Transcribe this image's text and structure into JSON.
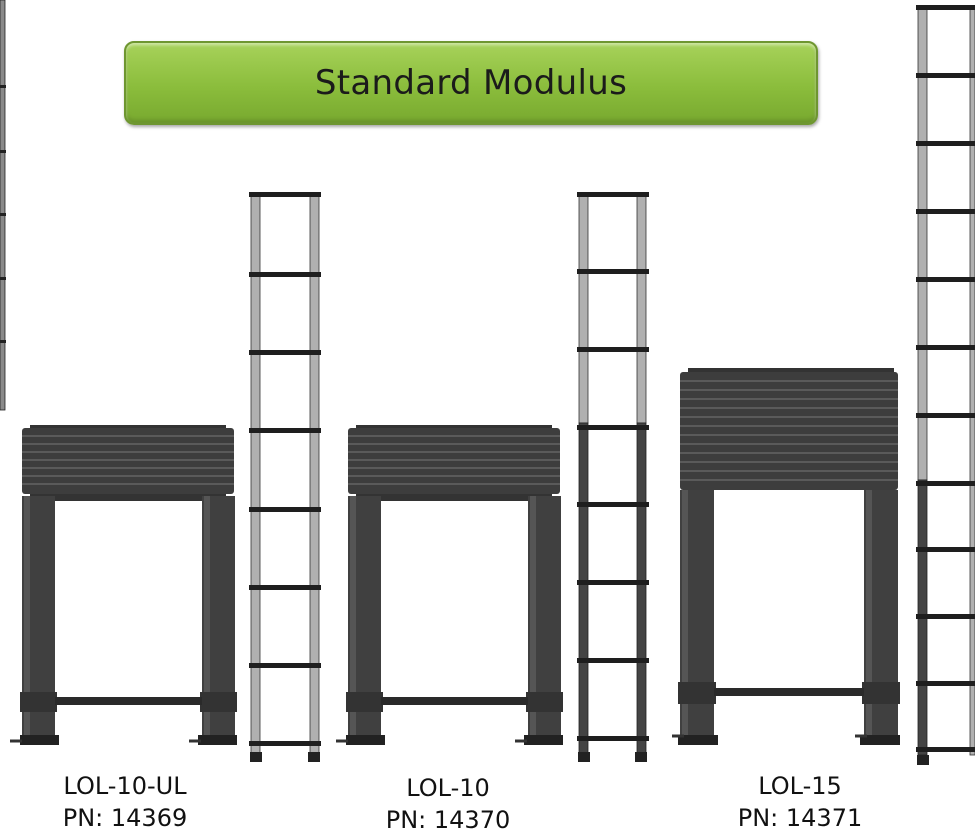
{
  "banner": {
    "title": "Standard Modulus"
  },
  "products": [
    {
      "model": "LOL-10-UL",
      "pn": "PN: 14369"
    },
    {
      "model": "LOL-10",
      "pn": "PN: 14370"
    },
    {
      "model": "LOL-15",
      "pn": "PN: 14371"
    }
  ],
  "colors": {
    "banner_fill": "#8bbd3c",
    "ladder_dark": "#3a3a3a",
    "rail_light": "#a8a8a8"
  }
}
